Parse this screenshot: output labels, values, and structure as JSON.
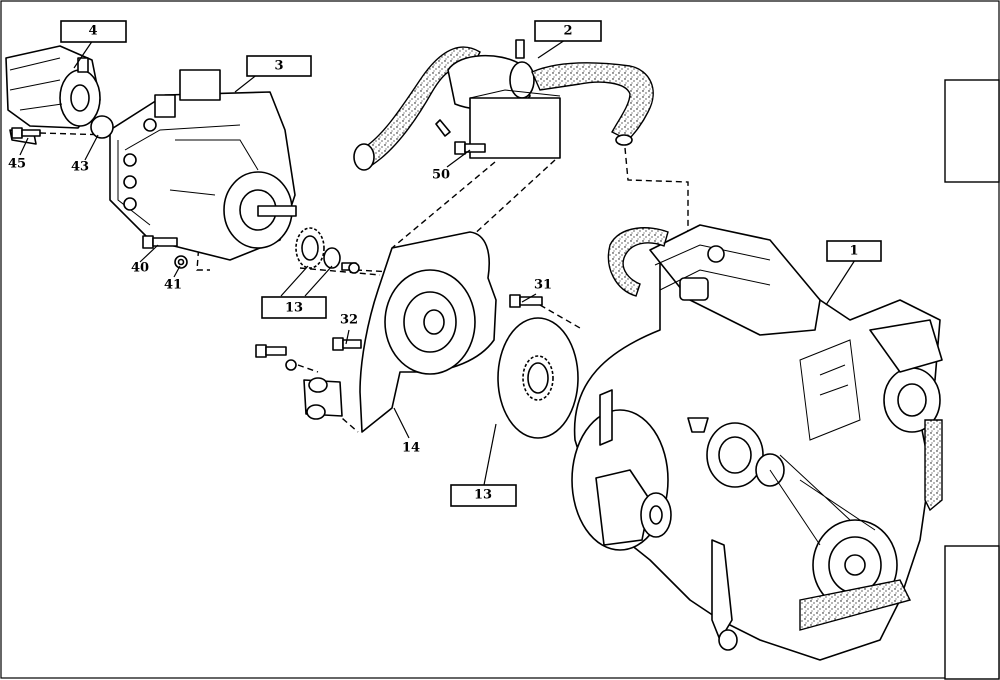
{
  "diagram": {
    "callouts": [
      {
        "id": "callout-1",
        "label": "1"
      },
      {
        "id": "callout-2",
        "label": "2"
      },
      {
        "id": "callout-3",
        "label": "3"
      },
      {
        "id": "callout-4",
        "label": "4"
      },
      {
        "id": "callout-13-upper",
        "label": "13"
      },
      {
        "id": "callout-13-lower",
        "label": "13"
      }
    ],
    "item_numbers": [
      {
        "id": "item-45",
        "label": "45"
      },
      {
        "id": "item-43",
        "label": "43"
      },
      {
        "id": "item-50",
        "label": "50"
      },
      {
        "id": "item-40",
        "label": "40"
      },
      {
        "id": "item-41",
        "label": "41"
      },
      {
        "id": "item-31",
        "label": "31"
      },
      {
        "id": "item-32",
        "label": "32"
      },
      {
        "id": "item-14",
        "label": "14"
      }
    ],
    "parts": [
      {
        "id": "engine",
        "icon": "engine-block-icon"
      },
      {
        "id": "air-filter-assembly",
        "icon": "air-filter-icon"
      },
      {
        "id": "hydraulic-pump",
        "icon": "hydraulic-pump-icon"
      },
      {
        "id": "gear-pump",
        "icon": "gear-pump-icon"
      },
      {
        "id": "flywheel-housing",
        "icon": "flywheel-housing-icon"
      },
      {
        "id": "flex-coupling",
        "icon": "coupling-disc-icon"
      },
      {
        "id": "hub-gear",
        "icon": "gear-icon"
      },
      {
        "id": "hydraulic-fitting",
        "icon": "fitting-icon"
      }
    ]
  },
  "colors": {
    "ink": "#000000",
    "paper": "#ffffff"
  }
}
